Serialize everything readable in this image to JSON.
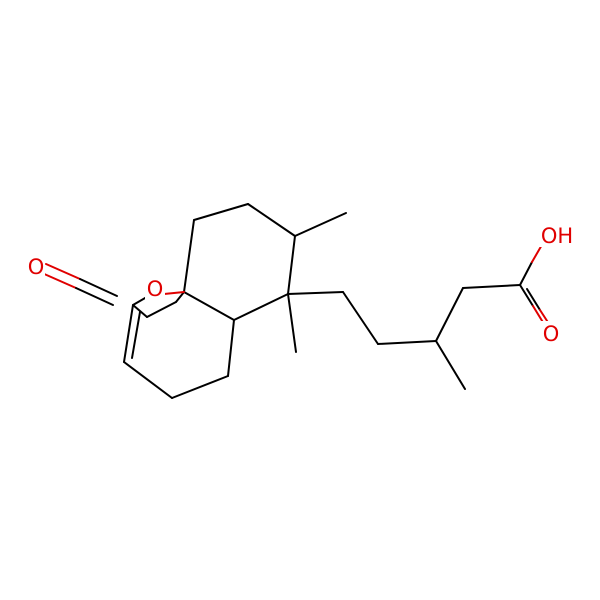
{
  "molecule": {
    "atom_labels": {
      "carbonyl_oxygen": "O",
      "ring_oxygen": "O",
      "acid_hydroxyl": "OH",
      "acid_carbonyl_oxygen": "O"
    },
    "colors": {
      "bond": "#000000",
      "oxygen": "#e00000",
      "background": "#ffffff"
    }
  }
}
